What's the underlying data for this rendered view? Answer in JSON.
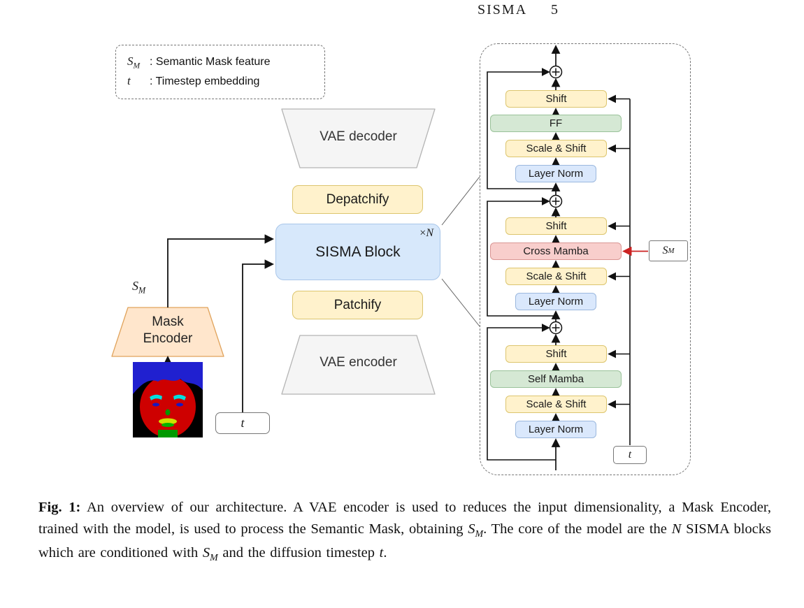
{
  "header": {
    "title": "SISMA",
    "page_number": "5"
  },
  "legend": {
    "item1": {
      "sym": "S",
      "sub": "M",
      "desc": ": Semantic Mask feature"
    },
    "item2": {
      "sym": "t",
      "sub": "",
      "desc": ": Timestep embedding"
    }
  },
  "pipeline": {
    "vae_decoder": "VAE decoder",
    "depatchify": "Depatchify",
    "sisma_block": "SISMA Block",
    "repeat_sign": "×",
    "repeat_n": "N",
    "patchify": "Patchify",
    "vae_encoder": "VAE encoder",
    "mask_encoder_line1": "Mask",
    "mask_encoder_line2": "Encoder",
    "sm_sym": "S",
    "sm_sub": "M",
    "t": "t"
  },
  "detail": {
    "bottom": {
      "layer_norm": "Layer Norm",
      "scale_shift": "Scale & Shift",
      "mixer": "Self Mamba",
      "shift": "Shift"
    },
    "middle": {
      "layer_norm": "Layer Norm",
      "scale_shift": "Scale & Shift",
      "mixer": "Cross Mamba",
      "shift": "Shift"
    },
    "top": {
      "layer_norm": "Layer Norm",
      "scale_shift": "Scale & Shift",
      "mixer": "FF",
      "shift": "Shift"
    },
    "sm_sym": "S",
    "sm_sub": "M",
    "t": "t"
  },
  "caption": {
    "label": "Fig. 1:",
    "part1": " An overview of our architecture. A VAE encoder is used to reduces the input dimensionality, a Mask Encoder, trained with the model, is used to process the Semantic Mask, obtaining ",
    "sm_sym": "S",
    "sm_sub": "M",
    "part2": ". The core of the model are the ",
    "n": "N",
    "part3": " SISMA blocks which are conditioned with ",
    "part4": " and the diffusion timestep ",
    "t": "t",
    "period": "."
  },
  "colors": {
    "block_yellow": "#FFF2CC",
    "block_blue": "#DAE8FC",
    "block_green": "#D5E8D4",
    "block_red": "#F8CECC",
    "block_orange": "#FFE6CC",
    "block_gray": "#F5F5F5",
    "sm_arrow_red": "#CC2222",
    "flow_arrow_black": "#111111"
  }
}
